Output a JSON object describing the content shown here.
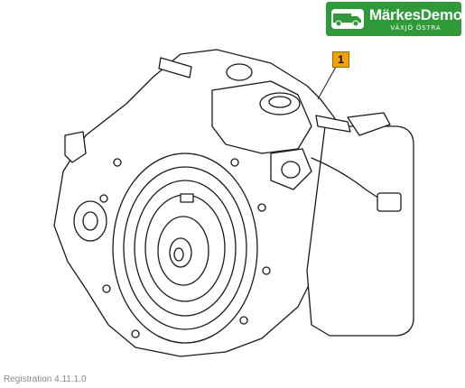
{
  "logo": {
    "name": "MärkesDemo",
    "tagline": "VÄXJÖ ÖSTRA",
    "color": "#2f9a38"
  },
  "callout": {
    "number": "1",
    "color": "#f2a200"
  },
  "footer": {
    "text": "Registration 4.11.1.0"
  },
  "diagram": {
    "subject_icon": "transmission-illustration"
  }
}
